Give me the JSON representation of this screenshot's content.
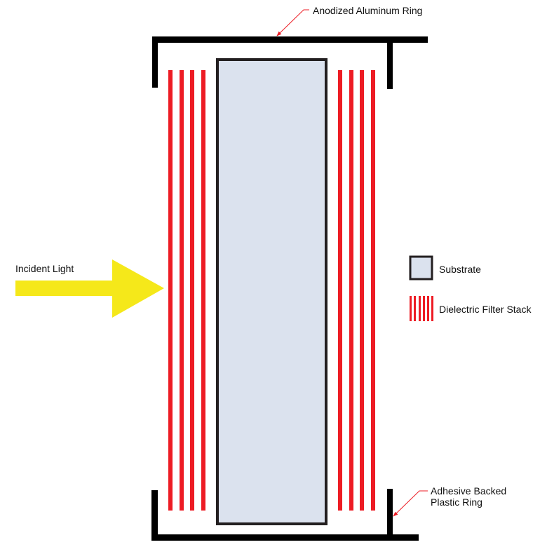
{
  "labels": {
    "aluminum_ring": "Anodized Aluminum Ring",
    "plastic_ring_line1": "Adhesive Backed",
    "plastic_ring_line2": "Plastic Ring",
    "incident_light": "Incident Light"
  },
  "legend": {
    "substrate": "Substrate",
    "filter_stack": "Dielectric Filter Stack"
  },
  "colors": {
    "ring": "#000000",
    "filter": "#ed1c24",
    "substrate_fill": "#dbe2ee",
    "substrate_border": "#231f20",
    "light": "#f5e81a",
    "leader": "#ed1c24"
  }
}
